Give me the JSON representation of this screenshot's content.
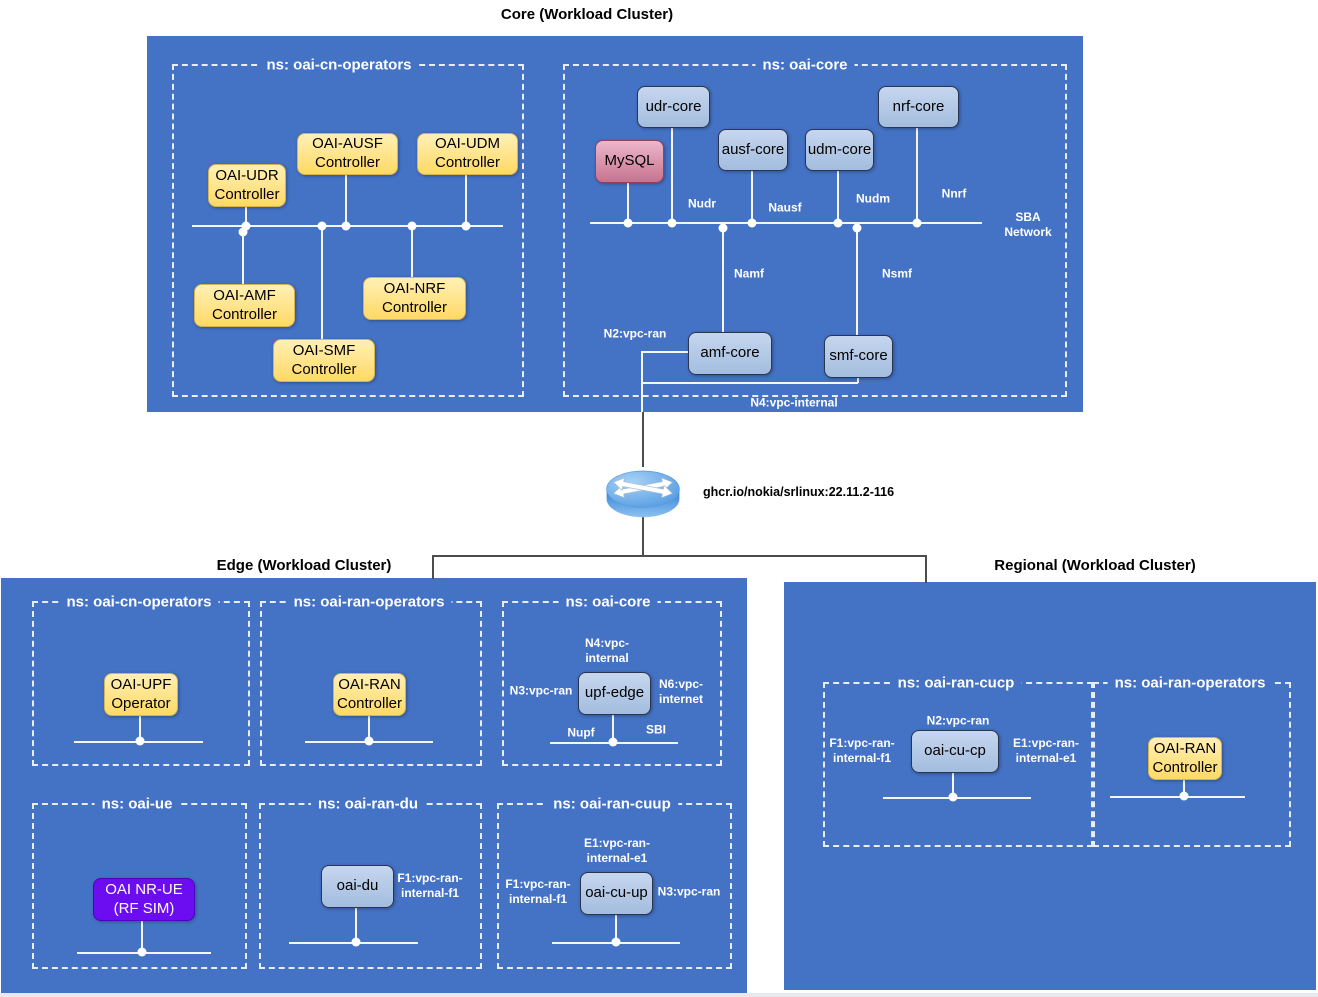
{
  "colors": {
    "cluster_blue": "#4472c4",
    "node_yellow": "#ffd966",
    "node_blue": "#a3bddf",
    "node_pink": "#c8738f",
    "node_purple": "#6c0cf0",
    "bus_white": "#f4f6fa",
    "connector_dark": "#4d4d4d"
  },
  "core": {
    "title": "Core (Workload Cluster)",
    "ns_cn_operators": {
      "title": "ns: oai-cn-operators",
      "udr": "OAI-UDR\nController",
      "ausf": "OAI-AUSF\nController",
      "udm": "OAI-UDM\nController",
      "amf": "OAI-AMF\nController",
      "smf": "OAI-SMF\nController",
      "nrf": "OAI-NRF\nController"
    },
    "ns_core": {
      "title": "ns: oai-core",
      "udr_core": "udr-core",
      "mysql": "MySQL",
      "ausf_core": "ausf-core",
      "udm_core": "udm-core",
      "nrf_core": "nrf-core",
      "amf_core": "amf-core",
      "smf_core": "smf-core",
      "labels": {
        "nudr": "Nudr",
        "nausf": "Nausf",
        "nudm": "Nudm",
        "nnrf": "Nnrf",
        "namf": "Namf",
        "nsmf": "Nsmf",
        "n2": "N2:vpc-ran",
        "sba": "SBA\nNetwork",
        "n4": "N4:vpc-internal"
      }
    }
  },
  "router": {
    "label": "ghcr.io/nokia/srlinux:22.11.2-116"
  },
  "edge": {
    "title": "Edge (Workload Cluster)",
    "ns_cn_operators": {
      "title": "ns: oai-cn-operators",
      "upf_operator": "OAI-UPF\nOperator"
    },
    "ns_ran_operators": {
      "title": "ns: oai-ran-operators",
      "ran_controller": "OAI-RAN\nController"
    },
    "ns_core": {
      "title": "ns: oai-core",
      "upf_edge": "upf-edge",
      "labels": {
        "n4": "N4:vpc-\ninternal",
        "n3": "N3:vpc-ran",
        "n6": "N6:vpc-\ninternet",
        "nupf": "Nupf",
        "sbi": "SBI"
      }
    },
    "ns_ue": {
      "title": "ns: oai-ue",
      "nr_ue": "OAI NR-UE\n(RF SIM)"
    },
    "ns_ran_du": {
      "title": "ns: oai-ran-du",
      "oai_du": "oai-du",
      "labels": {
        "f1": "F1:vpc-ran-\ninternal-f1"
      }
    },
    "ns_ran_cuup": {
      "title": "ns: oai-ran-cuup",
      "oai_cu_up": "oai-cu-up",
      "labels": {
        "e1": "E1:vpc-ran-\ninternal-e1",
        "f1": "F1:vpc-ran-\ninternal-f1",
        "n3": "N3:vpc-ran"
      }
    }
  },
  "regional": {
    "title": "Regional (Workload Cluster)",
    "ns_ran_cucp": {
      "title": "ns: oai-ran-cucp",
      "oai_cu_cp": "oai-cu-cp",
      "labels": {
        "n2": "N2:vpc-ran",
        "f1": "F1:vpc-ran-\ninternal-f1",
        "e1": "E1:vpc-ran-\ninternal-e1"
      }
    },
    "ns_ran_operators": {
      "title": "ns: oai-ran-operators",
      "ran_controller": "OAI-RAN\nController"
    }
  }
}
